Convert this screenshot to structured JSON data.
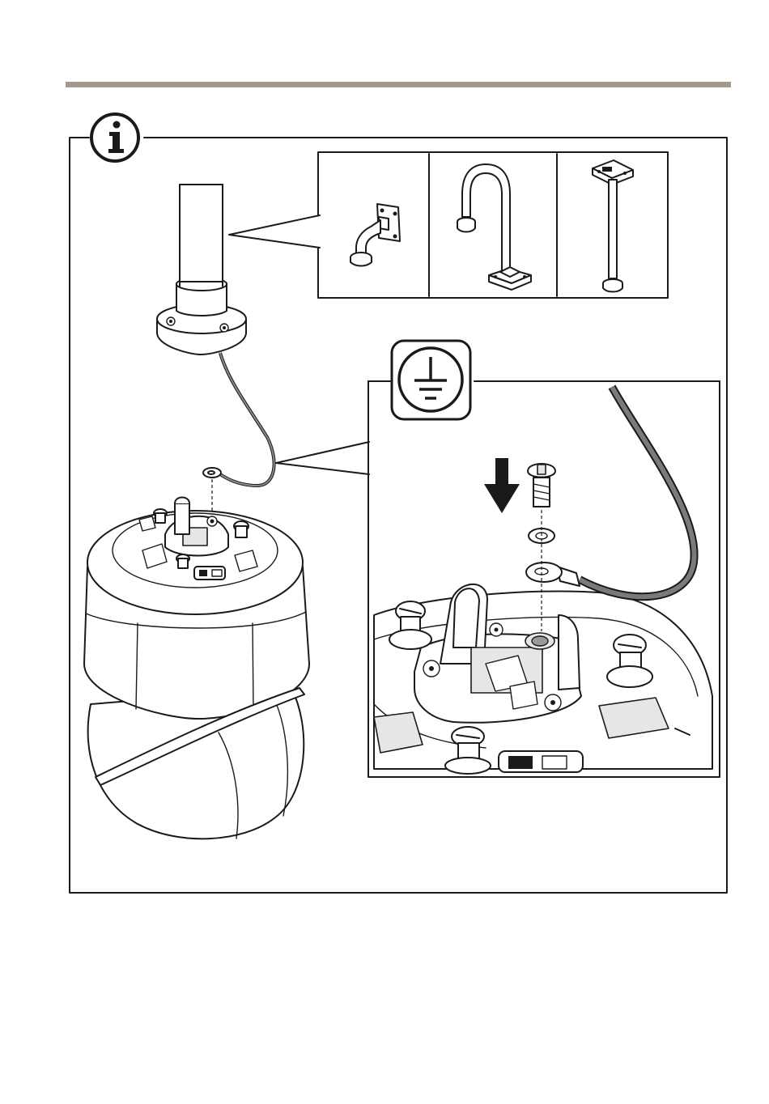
{
  "page": {
    "header_rule_color": "#a59a8e",
    "icons": {
      "info": "info-icon",
      "ground": "protective-ground-icon",
      "arrow": "arrow-down-icon"
    }
  },
  "figure": {
    "mount_options": [
      "wall-bracket",
      "parapet-bracket",
      "pendant-pipe-bracket"
    ],
    "cable_color": "#7a7a7a"
  }
}
